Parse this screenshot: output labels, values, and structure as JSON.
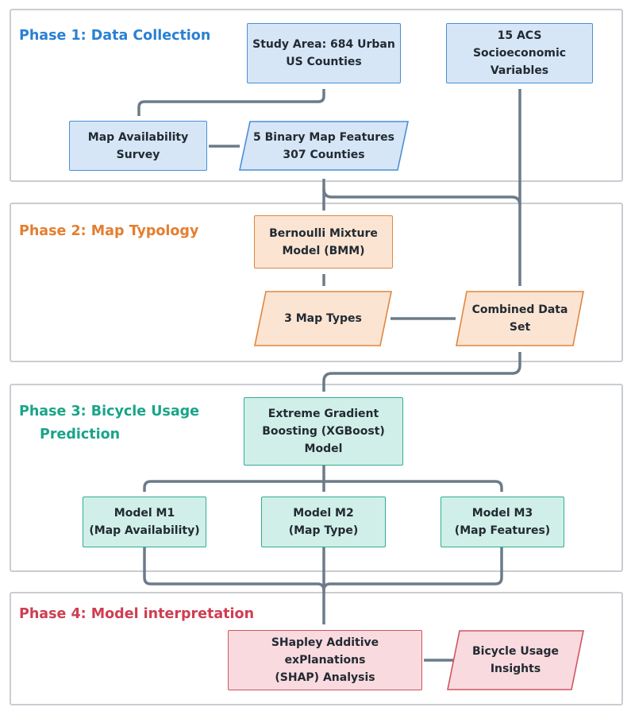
{
  "phases": [
    {
      "title_lines": [
        "Phase 1: Data Collection"
      ],
      "color": "#2a80d2"
    },
    {
      "title_lines": [
        "Phase 2: Map Typology"
      ],
      "color": "#e47e30"
    },
    {
      "title_lines": [
        "Phase 3: Bicycle Usage",
        "Prediction"
      ],
      "color": "#1aa48a"
    },
    {
      "title_lines": [
        "Phase 4: Model interpretation"
      ],
      "color": "#cf3d52"
    }
  ],
  "nodes": {
    "study_area": [
      "Study Area: 684 Urban",
      "US Counties"
    ],
    "acs_vars": [
      "15 ACS Socioeconomic",
      "Variables"
    ],
    "map_survey": [
      "Map Availability",
      "Survey"
    ],
    "binary_features": [
      "5 Binary Map Features",
      "307 Counties"
    ],
    "bmm": [
      "Bernoulli Mixture",
      "Model (BMM)"
    ],
    "map_types": [
      "3 Map Types"
    ],
    "combined": [
      "Combined Data",
      "Set"
    ],
    "xgboost": [
      "Extreme Gradient",
      "Boosting (XGBoost)",
      "Model"
    ],
    "m1": [
      "Model M1",
      "(Map Availability)"
    ],
    "m2": [
      "Model M2",
      "(Map Type)"
    ],
    "m3": [
      "Model M3",
      "(Map Features)"
    ],
    "shap": [
      "SHapley Additive exPlanations",
      "(SHAP) Analysis"
    ],
    "insights": [
      "Bicycle Usage",
      "Insights"
    ]
  },
  "colors": {
    "connector": "#6c7b89",
    "phase_border": "#c9cdd3"
  }
}
